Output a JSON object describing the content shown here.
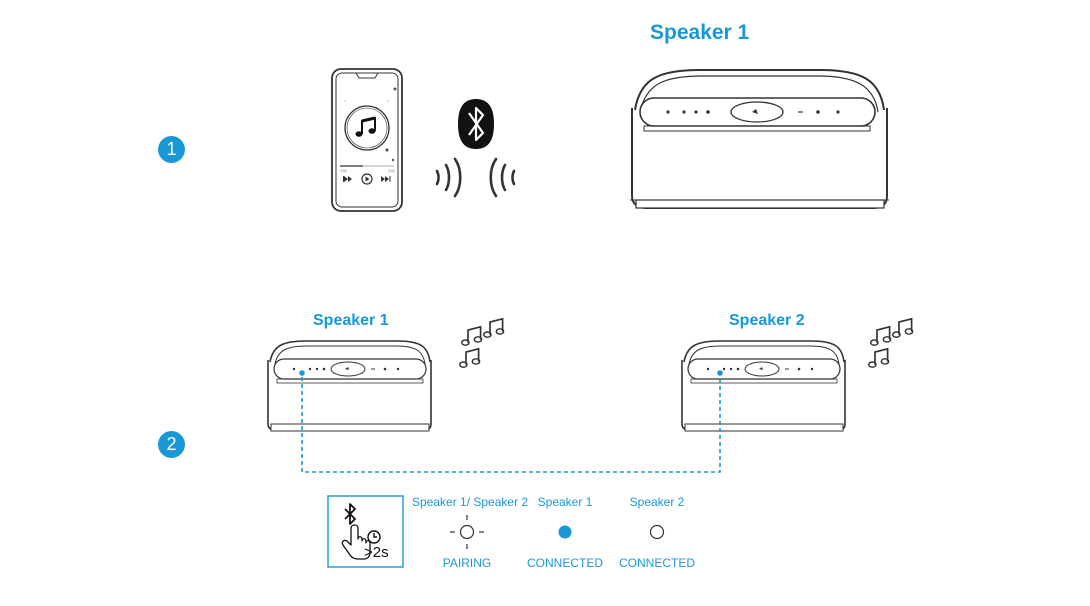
{
  "step1": {
    "number": "1",
    "speaker_title": "Speaker 1"
  },
  "step2": {
    "number": "2",
    "speaker1_title": "Speaker 1",
    "speaker2_title": "Speaker 2"
  },
  "legend": {
    "duration": ">2s",
    "columns": [
      {
        "header": "Speaker 1/ Speaker 2",
        "state": "PAIRING"
      },
      {
        "header": "Speaker 1",
        "state": "CONNECTED"
      },
      {
        "header": "Speaker 2",
        "state": "CONNECTED"
      }
    ]
  },
  "colors": {
    "accent": "#1a98d5",
    "line": "#333333"
  },
  "icons": [
    "phone-icon",
    "music-note-icon",
    "bluetooth-icon",
    "signal-waves-icon",
    "speaker-icon",
    "hand-press-icon",
    "clock-icon",
    "led-blinking-icon",
    "led-solid-icon",
    "led-off-icon"
  ]
}
